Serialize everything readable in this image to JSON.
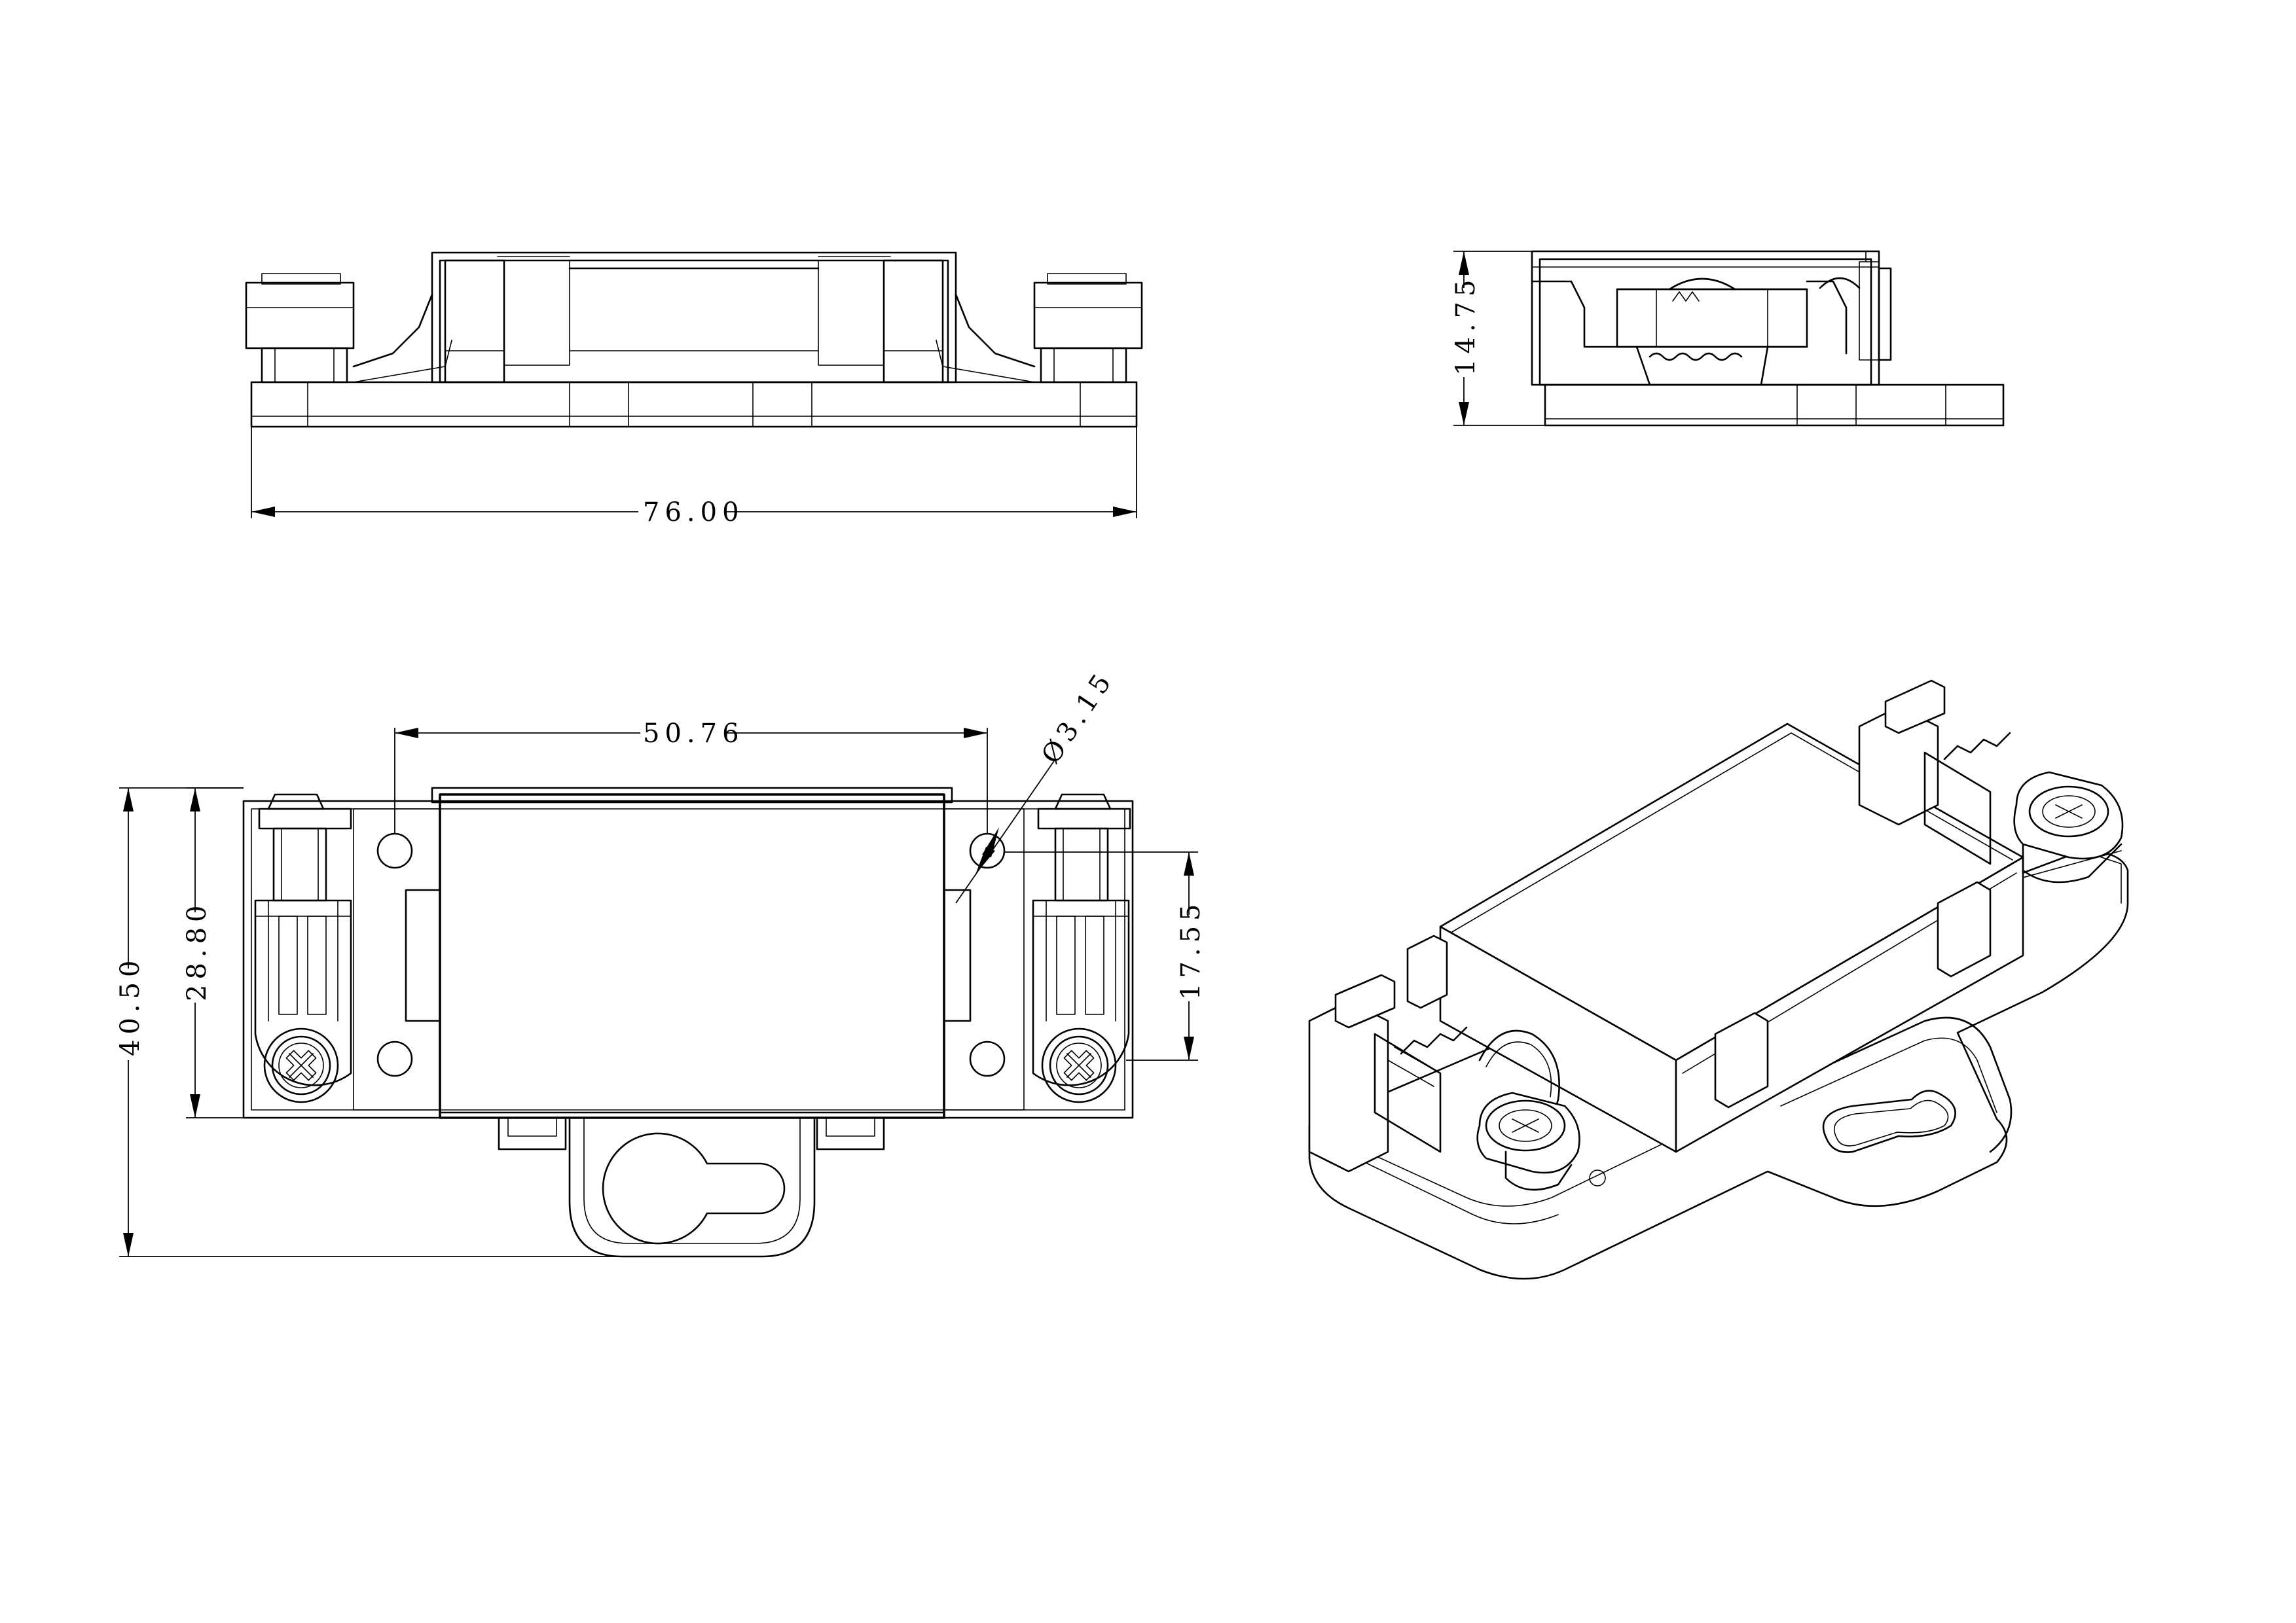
{
  "dimensions": {
    "front_width": "76.00",
    "side_height": "14.75",
    "hole_spacing": "50.76",
    "hole_diameter": "Ø3.15",
    "overall_depth": "40.50",
    "body_depth": "28.80",
    "screw_spacing": "17.55"
  },
  "colors": {
    "line": "#000000",
    "background": "#ffffff"
  }
}
